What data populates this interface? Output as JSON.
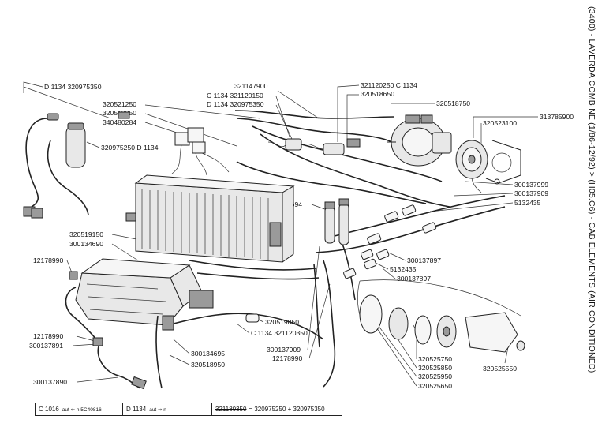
{
  "title": "(3400) - LAVERDA COMBINE (1/86-12/92) > (H05.C6) - CAB ELEMENTS (AIR CONDITIONED)",
  "callouts": [
    {
      "id": "c1",
      "text": "D 1134  320975350"
    },
    {
      "id": "c2",
      "text": "320975250  D 1134"
    },
    {
      "id": "c3",
      "text": "320521250"
    },
    {
      "id": "c4",
      "text": "320518850"
    },
    {
      "id": "c5",
      "text": "340480284"
    },
    {
      "id": "c6",
      "text": "321147900"
    },
    {
      "id": "c7",
      "text": "C 1134  321120150"
    },
    {
      "id": "c8",
      "text": "D 1134  320975350"
    },
    {
      "id": "c9",
      "text": "321120250  C 1134"
    },
    {
      "id": "c10",
      "text": "320518650"
    },
    {
      "id": "c11",
      "text": "320518750"
    },
    {
      "id": "c12",
      "text": "313785900"
    },
    {
      "id": "c13",
      "text": "320523100"
    },
    {
      "id": "c14",
      "text": "300137999"
    },
    {
      "id": "c15",
      "text": "300137909"
    },
    {
      "id": "c16",
      "text": "5132435"
    },
    {
      "id": "c17",
      "text": "300134694"
    },
    {
      "id": "c18",
      "text": "320519150"
    },
    {
      "id": "c19",
      "text": "300134690"
    },
    {
      "id": "c20",
      "text": "12178990"
    },
    {
      "id": "c21",
      "text": "300137897"
    },
    {
      "id": "c22",
      "text": "5132435"
    },
    {
      "id": "c23",
      "text": "300137897"
    },
    {
      "id": "c24",
      "text": "320519050"
    },
    {
      "id": "c25",
      "text": "C 1134  321120350"
    },
    {
      "id": "c26",
      "text": "12178990"
    },
    {
      "id": "c27",
      "text": "300137891"
    },
    {
      "id": "c28",
      "text": "300134695"
    },
    {
      "id": "c29",
      "text": "300137909"
    },
    {
      "id": "c30",
      "text": "12178990"
    },
    {
      "id": "c31",
      "text": "320518950"
    },
    {
      "id": "c32",
      "text": "300137890"
    },
    {
      "id": "c33",
      "text": "320525750"
    },
    {
      "id": "c34",
      "text": "320525850"
    },
    {
      "id": "c35",
      "text": "320525950"
    },
    {
      "id": "c36",
      "text": "320525650"
    },
    {
      "id": "c37",
      "text": "320525550"
    }
  ],
  "footer": {
    "cell1": {
      "code": "C 1016",
      "note": "aut ⇐ n.5C40816"
    },
    "cell2": {
      "code": "D 1134",
      "note": "aut ⇒ n"
    },
    "cell3": {
      "struck": "321180350",
      "text": "= 320975250 + 320975350"
    }
  }
}
